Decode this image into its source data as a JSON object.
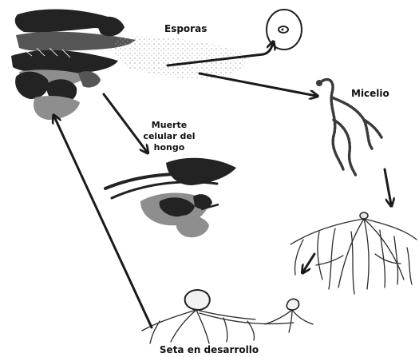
{
  "diagram": {
    "labels": {
      "spores": "Esporas",
      "mycelium": "Micelio",
      "cell_death_line1": "Muerte",
      "cell_death_line2": "celular del",
      "cell_death_line3": "hongo",
      "developing_mushroom": "Seta en desarrollo"
    },
    "colors": {
      "ink": "#1a1a1a",
      "shading": "#8e8e8e",
      "background": "#ffffff"
    }
  }
}
